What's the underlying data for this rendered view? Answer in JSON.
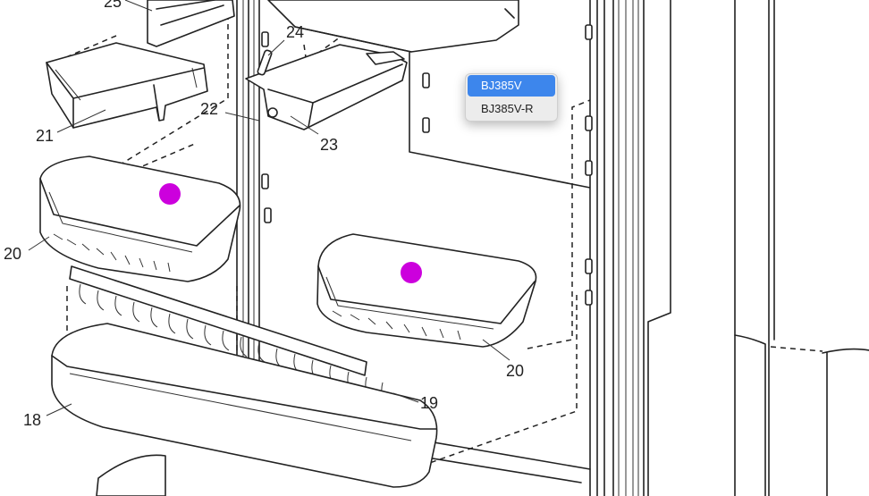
{
  "dropdown": {
    "options": [
      {
        "label": "BJ385V",
        "selected": true
      },
      {
        "label": "BJ385V-R",
        "selected": false
      }
    ],
    "highlight_color": "#3d86ec"
  },
  "diagram": {
    "callouts": [
      "25",
      "24",
      "22",
      "21",
      "23",
      "20",
      "20",
      "19",
      "18"
    ]
  },
  "markers": {
    "color": "#cc00dd"
  }
}
